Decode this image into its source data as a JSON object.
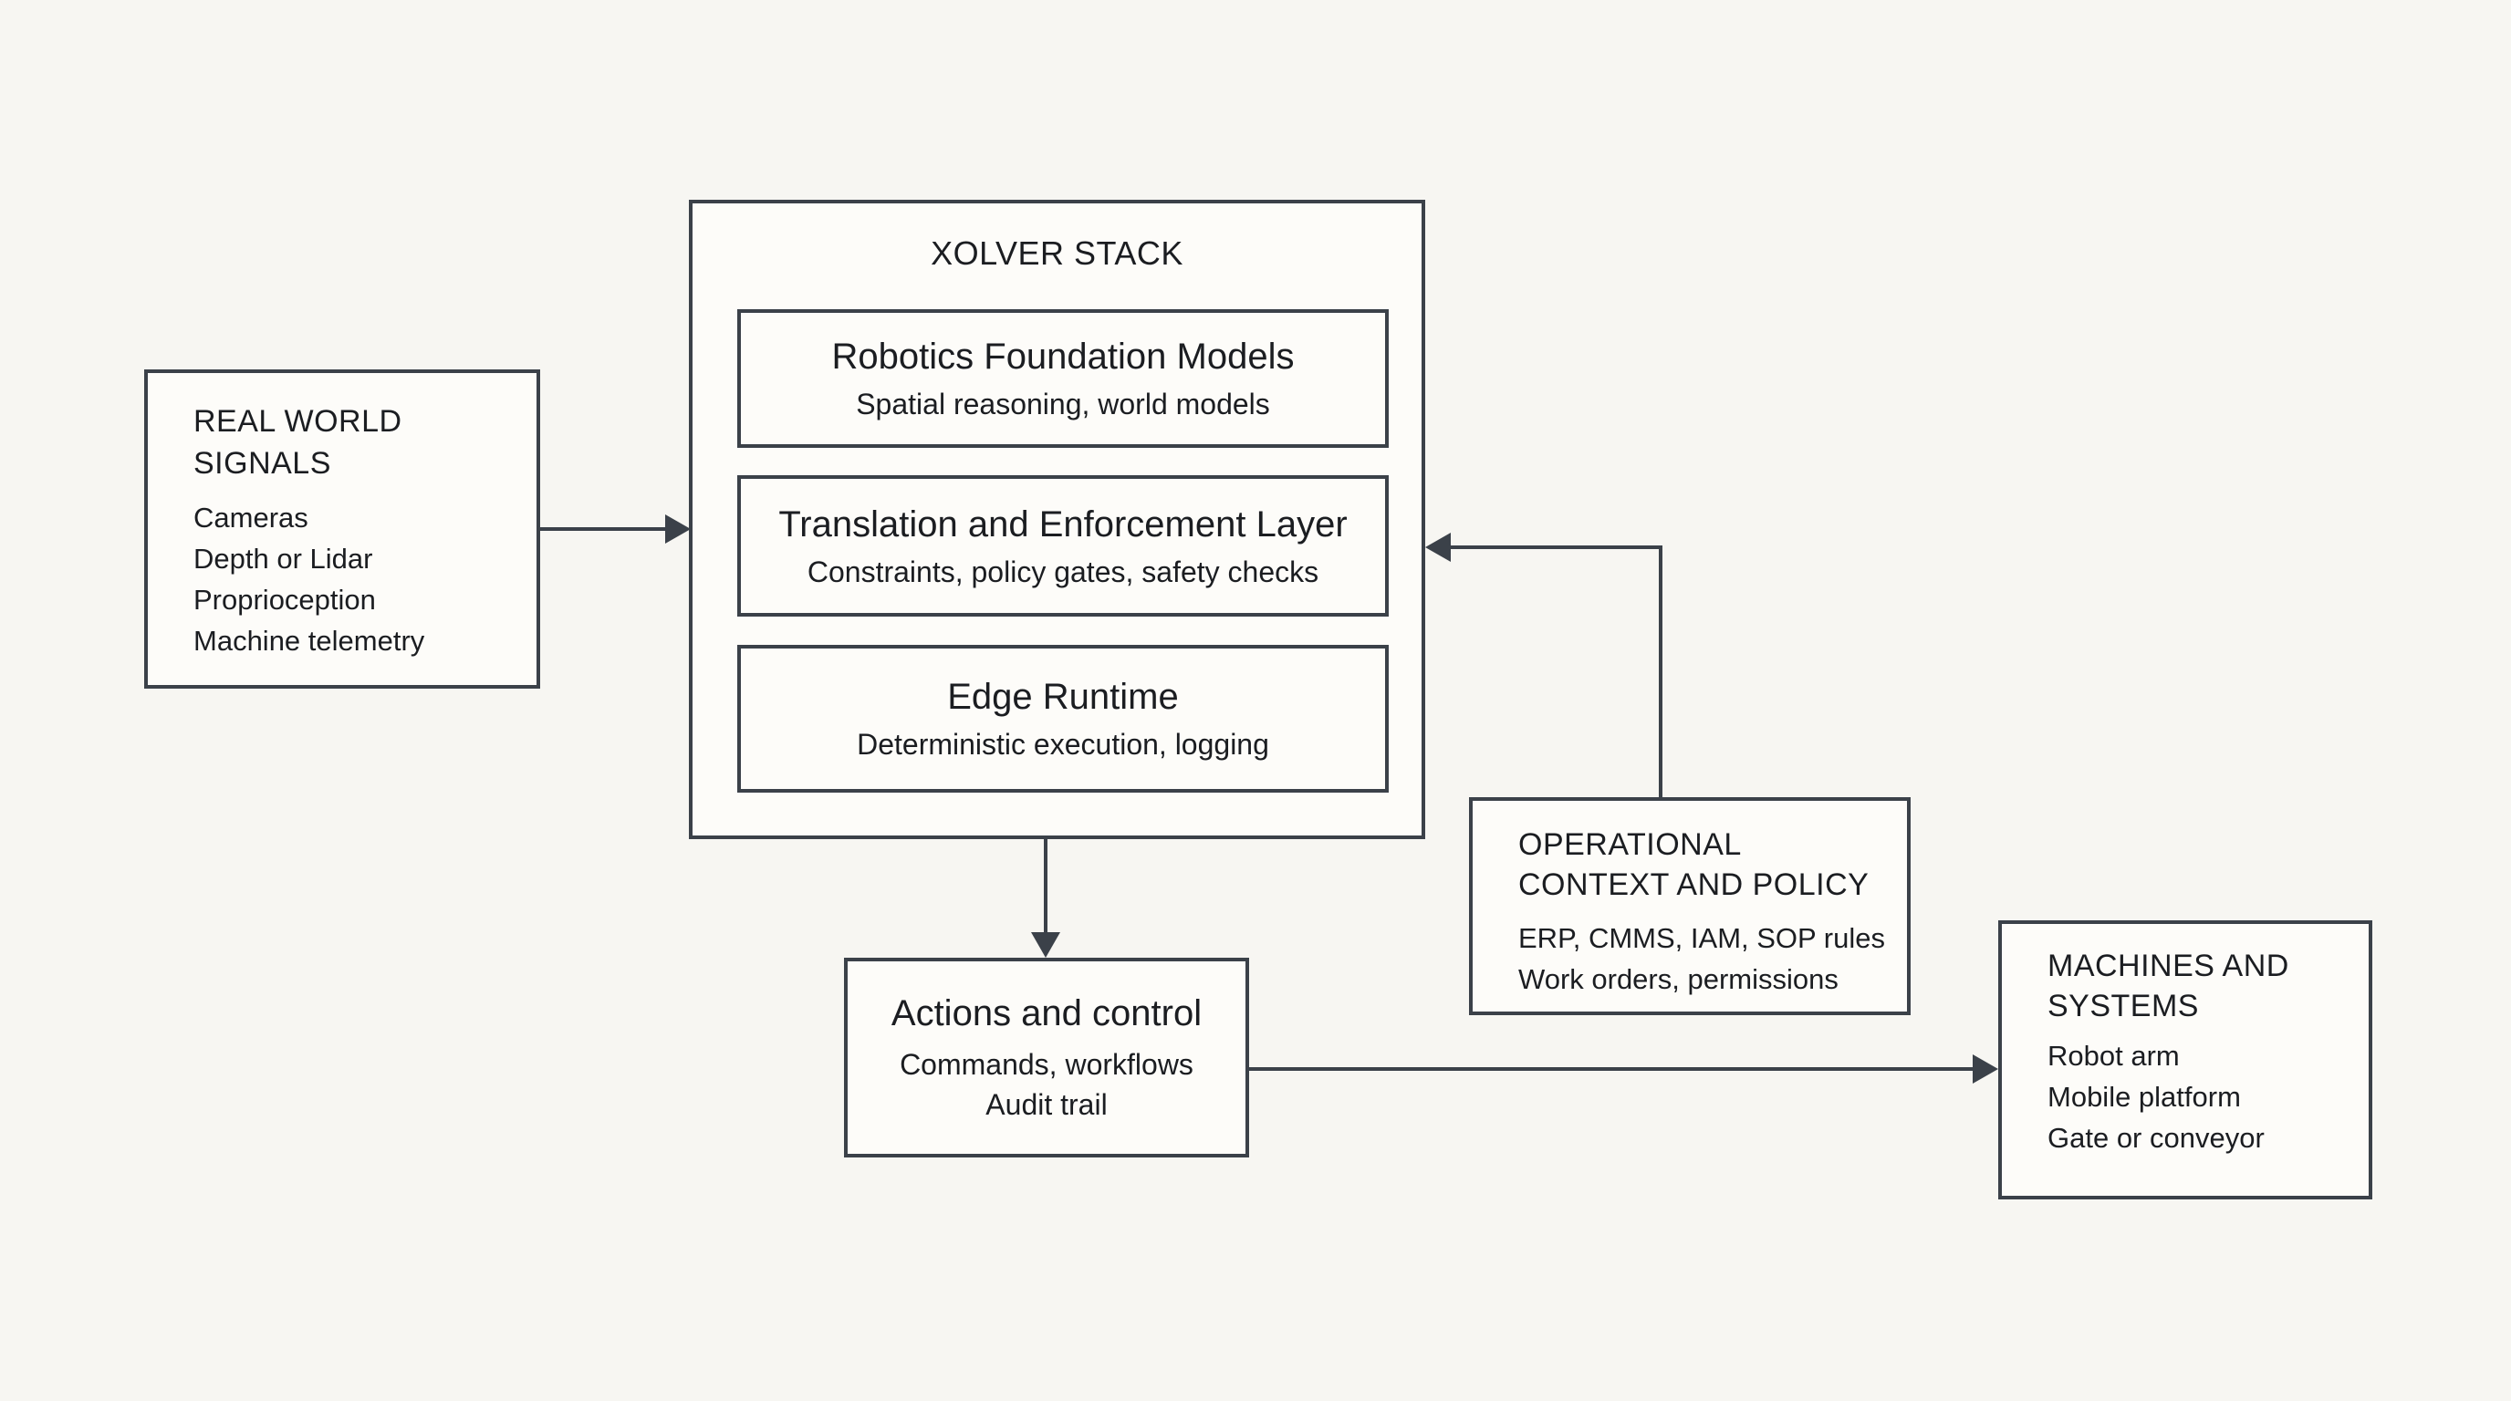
{
  "colors": {
    "background": "#f7f6f2",
    "box_fill": "#fdfcf9",
    "line": "#3b4149",
    "text": "#1b1d21"
  },
  "diagram": {
    "stack": {
      "title": "XOLVER STACK",
      "layers": [
        {
          "title": "Robotics Foundation Models",
          "subtitle": "Spatial reasoning, world models"
        },
        {
          "title": "Translation and Enforcement Layer",
          "subtitle": "Constraints, policy gates, safety checks"
        },
        {
          "title": "Edge Runtime",
          "subtitle": "Deterministic execution, logging"
        }
      ]
    },
    "real_world_signals": {
      "title": "REAL WORLD SIGNALS",
      "items": [
        "Cameras",
        "Depth or Lidar",
        "Proprioception",
        "Machine telemetry"
      ]
    },
    "operational_context": {
      "title": "OPERATIONAL CONTEXT AND POLICY",
      "items": [
        "ERP, CMMS, IAM, SOP rules",
        "Work orders, permissions"
      ]
    },
    "actions_control": {
      "title": "Actions and control",
      "items": [
        "Commands, workflows",
        "Audit trail"
      ]
    },
    "machines_systems": {
      "title": "MACHINES AND SYSTEMS",
      "items": [
        "Robot arm",
        "Mobile platform",
        "Gate or conveyor"
      ]
    }
  }
}
